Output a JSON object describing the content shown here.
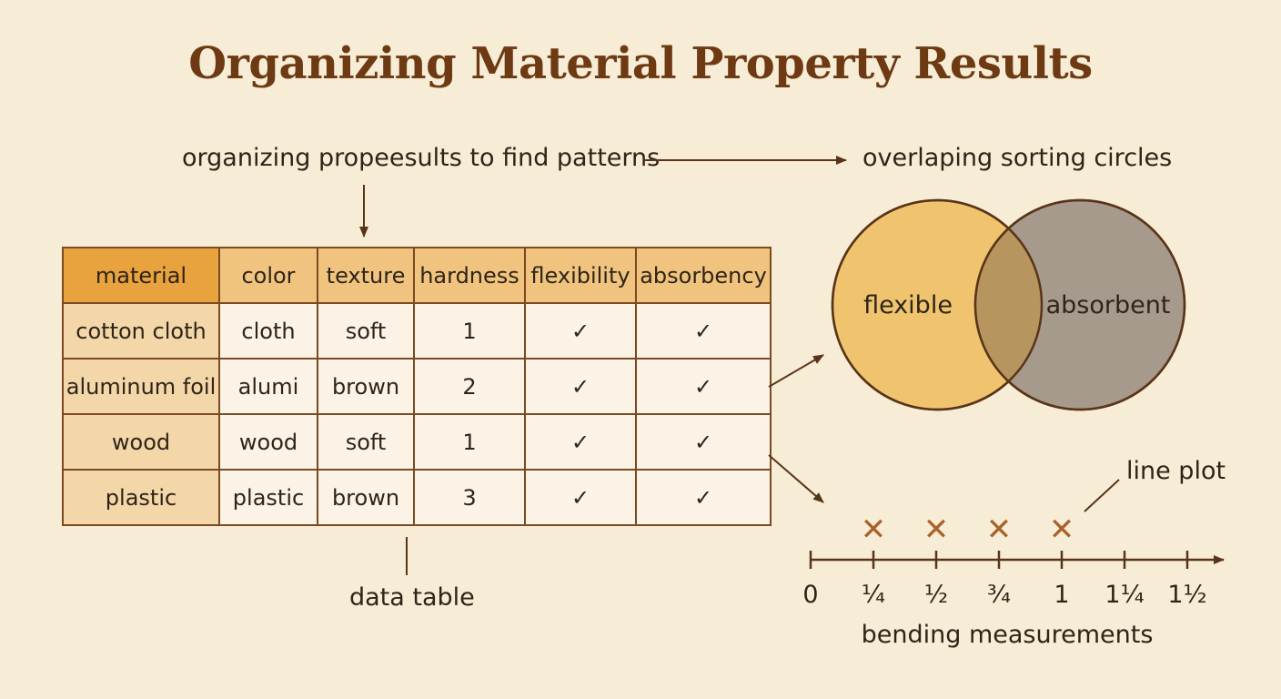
{
  "title": "Organizing Material Property Results",
  "caption_top": "organizing propeesults to find patterns",
  "caption_venn": "overlaping sorting circles",
  "caption_table": "data table",
  "caption_lineplot": "line plot",
  "table": {
    "headers": [
      "material",
      "color",
      "texture",
      "hardness",
      "flexibility",
      "absorbency"
    ],
    "rows": [
      [
        "cotton cloth",
        "cloth",
        "soft",
        "1",
        "✓",
        "✓"
      ],
      [
        "aluminum foil",
        "alumi",
        "brown",
        "2",
        "✓",
        "✓"
      ],
      [
        "wood",
        "wood",
        "soft",
        "1",
        "✓",
        "✓"
      ],
      [
        "plastic",
        "plastic",
        "brown",
        "3",
        "✓",
        "✓"
      ]
    ]
  },
  "venn": {
    "left_label": "flexible",
    "right_label": "absorbent",
    "left_color": "#f0c46e",
    "right_color": "#a59a8c",
    "overlap_color": "#b7955f"
  },
  "lineplot": {
    "axis_label": "bending measurements",
    "ticks": [
      "0",
      "¼",
      "½",
      "¾",
      "1",
      "1¼",
      "1½"
    ],
    "tick_values": [
      0,
      0.25,
      0.5,
      0.75,
      1,
      1.25,
      1.5
    ],
    "marker": "✕",
    "x_marks": [
      0.25,
      0.5,
      0.75,
      1
    ]
  },
  "colors": {
    "background": "#f7edd6",
    "title": "#6e3a14",
    "accent": "#a8622a",
    "line": "#5a3418"
  }
}
